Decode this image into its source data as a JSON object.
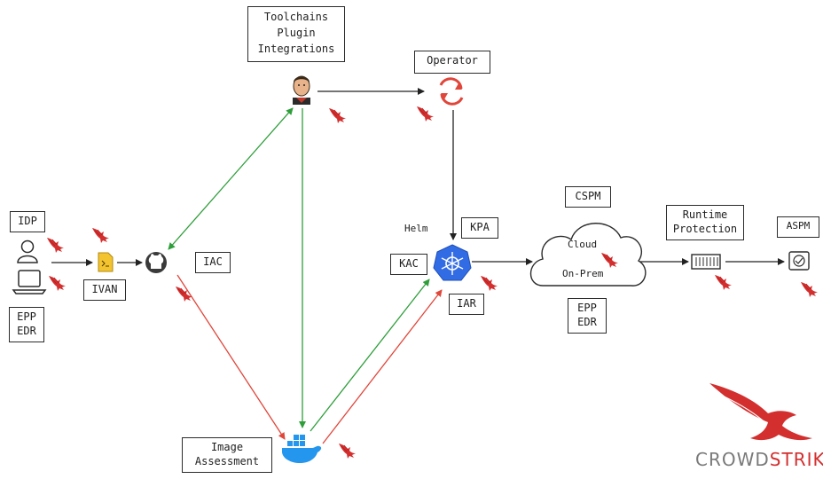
{
  "labels": {
    "toolchains": "Toolchains\nPlugin\nIntegrations",
    "operator": "Operator",
    "idp": "IDP",
    "ivan": "IVAN",
    "epp_edr_left": "EPP\nEDR",
    "iac": "IAC",
    "helm": "Helm",
    "kpa": "KPA",
    "kac": "KAC",
    "iar": "IAR",
    "cspm": "CSPM",
    "cloud": "Cloud",
    "on_prem": "On-Prem",
    "epp_edr_right": "EPP\nEDR",
    "runtime_protection": "Runtime\nProtection",
    "aspm": "ASPM",
    "image_assessment": "Image\nAssessment"
  },
  "brand": {
    "part1": "CROWD",
    "part2": "STRIKE"
  },
  "colors": {
    "green_arrow": "#2e9e3a",
    "red_arrow": "#e0463a",
    "black_arrow": "#222222",
    "falcon_red": "#d32f2f",
    "kubernetes_blue": "#326ce5",
    "docker_blue": "#2496ed"
  },
  "icons": [
    "user-icon",
    "laptop-icon",
    "script-file-icon",
    "github-icon",
    "jenkins-icon",
    "operator-sync-icon",
    "kubernetes-icon",
    "cloud-shape",
    "container-icon",
    "app-security-icon",
    "docker-icon",
    "crowdstrike-falcon-logo",
    "falcon-badge-icon"
  ]
}
